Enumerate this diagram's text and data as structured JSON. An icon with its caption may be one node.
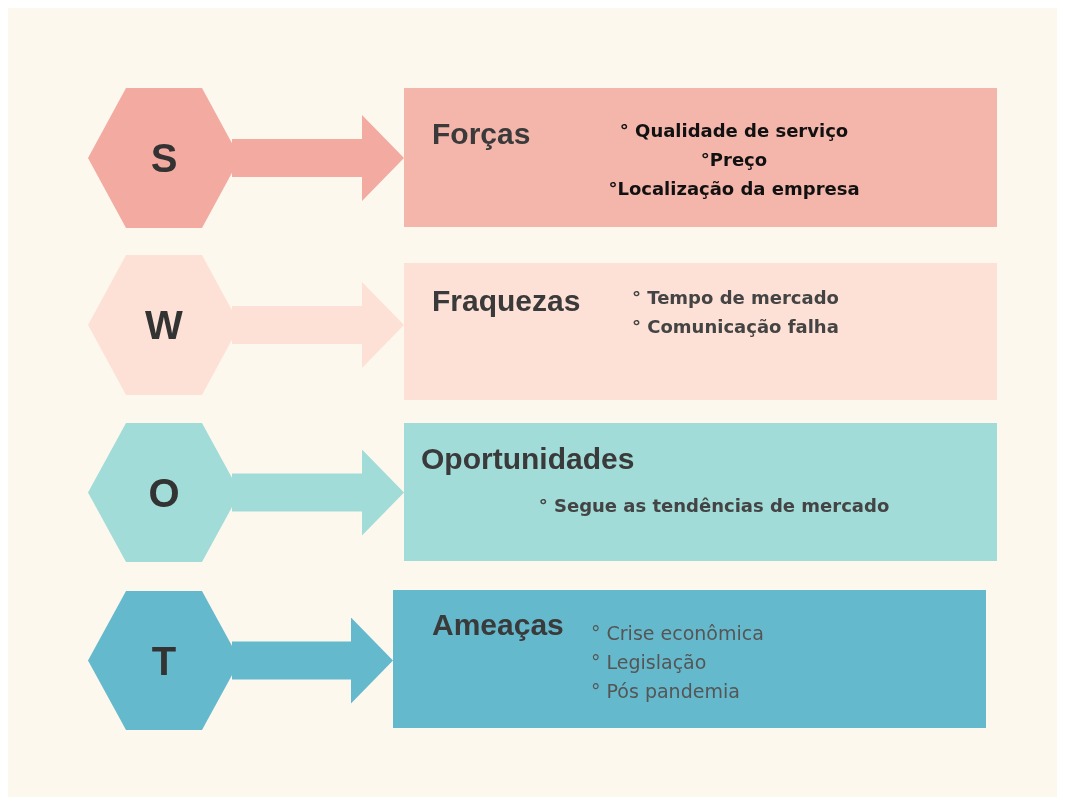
{
  "diagram": {
    "nodes": [
      {
        "text": [
          "S"
        ]
      },
      {
        "text": [
          "Forças",
          "° Qualidade de serviço",
          "°Preço",
          "°Localização da empresa"
        ]
      },
      {
        "text": [
          "W"
        ]
      },
      {
        "text": [
          "Fraquezas",
          "° Tempo de mercado",
          "° Comunicação falha"
        ]
      },
      {
        "text": [
          "O"
        ]
      },
      {
        "text": [
          "Oportunidades",
          "° Segue as tendências de mercado"
        ]
      },
      {
        "text": [
          "T"
        ]
      },
      {
        "text": [
          "Ameaças",
          "° Crise econômica",
          "° Legislação",
          "° Pós pandemia"
        ]
      }
    ],
    "edges": [
      {
        "from": 0,
        "to": 1,
        "arrow": "to",
        "color": "#f2aaa1"
      },
      {
        "from": 2,
        "to": 3,
        "arrow": "to",
        "color": "#fde1d6"
      },
      {
        "from": 4,
        "to": 5,
        "arrow": "to",
        "color": "#a1dcd8"
      },
      {
        "from": 6,
        "to": 7,
        "arrow": "to",
        "color": "#65b9cd"
      }
    ]
  }
}
